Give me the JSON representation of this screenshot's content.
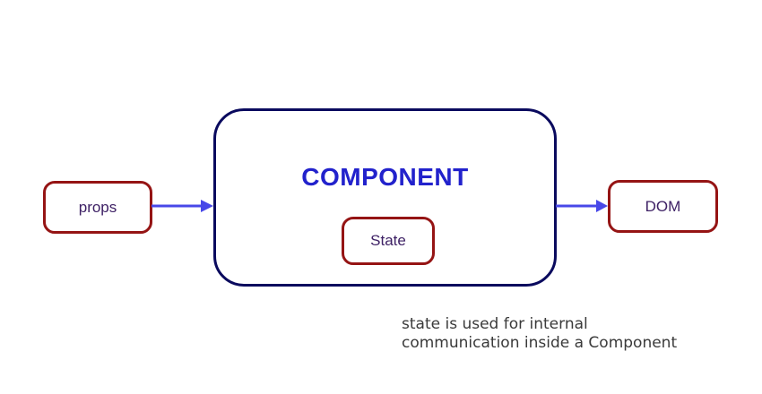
{
  "diagram": {
    "component": {
      "title": "COMPONENT"
    },
    "nodes": {
      "props": "props",
      "state": "State",
      "dom": "DOM"
    },
    "caption": "state is used for internal\ncommunication inside a Component",
    "arrows": [
      {
        "name": "props-to-component",
        "direction": "right"
      },
      {
        "name": "component-to-dom",
        "direction": "right"
      }
    ],
    "colors": {
      "component_border": "#0a0a5e",
      "node_border": "#951414",
      "arrow": "#4848e8",
      "title_text": "#2222cc",
      "node_text": "#3e2165",
      "caption_text": "#3a3a3a",
      "background": "#ffffff"
    }
  }
}
